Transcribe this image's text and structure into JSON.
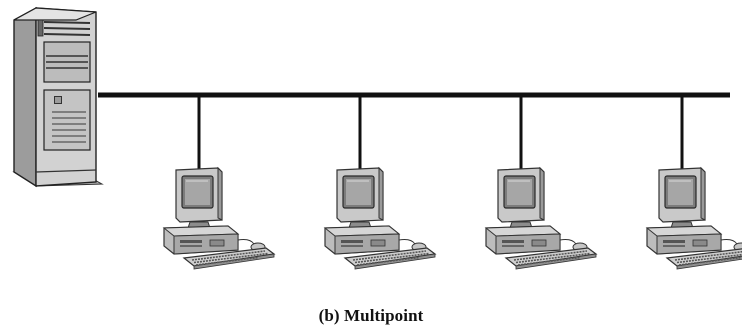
{
  "caption": "(b) Multipoint",
  "topology": {
    "type": "multipoint",
    "host": "server-tower",
    "terminal_count": 4
  }
}
